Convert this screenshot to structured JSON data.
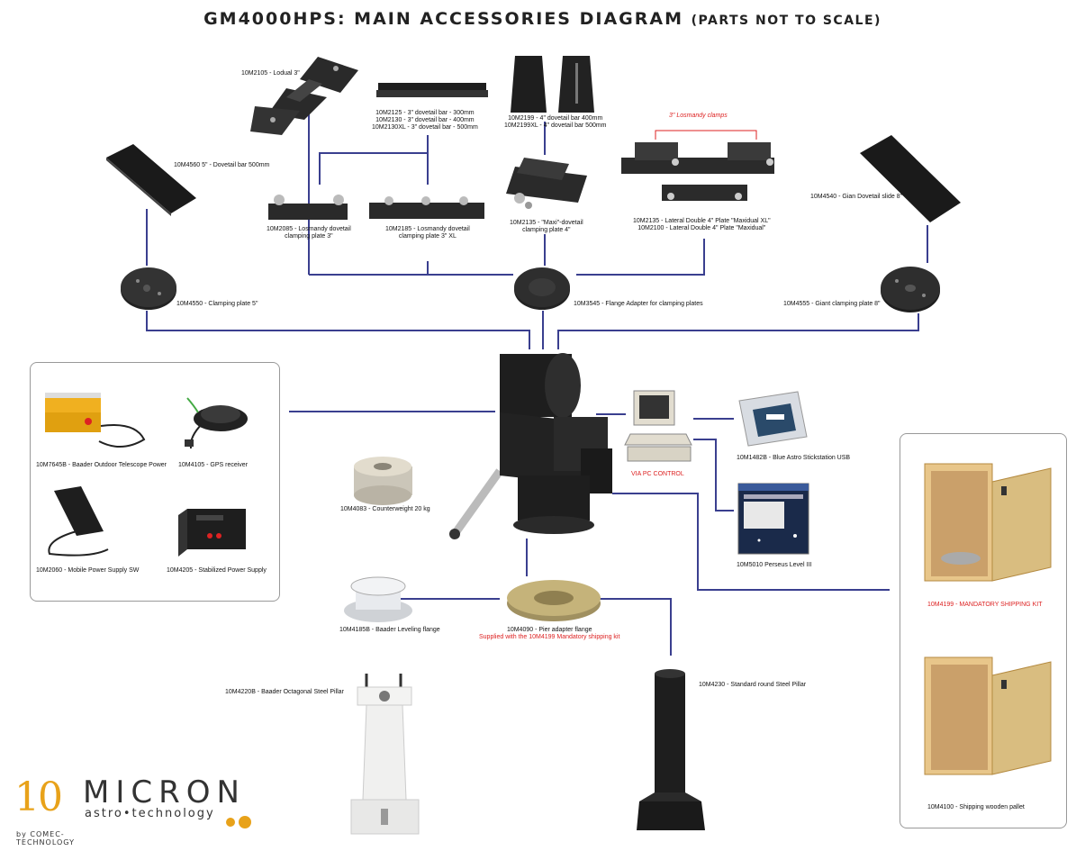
{
  "title": {
    "main": "GM4000HPS: MAIN ACCESSORIES DIAGRAM",
    "note": "(PARTS NOT TO SCALE)"
  },
  "parts": {
    "lodual": "10M2105 - Lodual 3\"",
    "dovetail_bars_3": [
      "10M2125 - 3\" dovetail bar - 300mm",
      "10M2130 - 3\" dovetail bar - 400mm",
      "10M2130XL - 3\" dovetail bar - 500mm"
    ],
    "dovetail_bars_4": [
      "10M2199 - 4\" dovetail bar 400mm",
      "10M2199XL - 4\" dovetail bar 500mm"
    ],
    "losmandy_clamps_note": "3\" Losmandy clamps",
    "dovetail_5": "10M4560 5\" - Dovetail bar 500mm",
    "losmandy_3": [
      "10M2085 - Losmandy dovetail",
      "clamping plate 3\""
    ],
    "losmandy_3xl": [
      "10M2185 - Losmandy dovetail",
      "clamping plate 3\" XL"
    ],
    "maxi_dovetail": [
      "10M2135 - \"Maxi\"-dovetail",
      "clamping plate 4\""
    ],
    "lateral_double": [
      "10M2135 - Lateral Double 4\" Plate \"Maxidual XL\"",
      "10M2100 - Lateral Double 4\" Plate \"Maxidual\""
    ],
    "giant_dovetail": "10M4540 - Gian Dovetail slide 8\"",
    "clamping_5": "10M4550 - Clamping plate 5\"",
    "flange_adapter": "10M3545 - Flange Adapter for clamping plates",
    "giant_clamping": "10M4555 - Giant clamping plate 8\"",
    "baader_power": "10M7645B - Baader Outdoor Telescope Power",
    "gps": "10M4105 - GPS receiver",
    "mobile_power": "10M2060 - Mobile Power Supply SW",
    "stabilized_power": "10M4205 - Stabilized Power Supply",
    "counterweight": "10M4083 - Counterweight 20 kg",
    "pc_control": "VIA PC CONTROL",
    "stickstation": "10M1482B - Blue Astro Stickstation USB",
    "perseus": "10M5010 Perseus Level III",
    "shipping_kit": "10M4199 - MANDATORY SHIPPING KIT",
    "leveling_flange": "10M4185B - Baader Leveling flange",
    "pier_adapter": "10M4090 - Pier adapter flange",
    "pier_adapter_note": "Supplied with the 10M4199 Mandatory shipping kit",
    "octagonal_pillar": "10M4220B - Baader Octagonal Steel Pillar",
    "round_pillar": "10M4230 - Standard round Steel Pillar",
    "wooden_pallet": "10M4100 - Shipping wooden pallet"
  },
  "logo": {
    "ten": "10",
    "name": "MICRON",
    "tagline": "astro•technology",
    "by": "by COMEC-TECHNOLOGY"
  },
  "colors": {
    "wire": "#3a3f8f",
    "accent_red": "#d22222",
    "logo_orange": "#e8a21a"
  }
}
